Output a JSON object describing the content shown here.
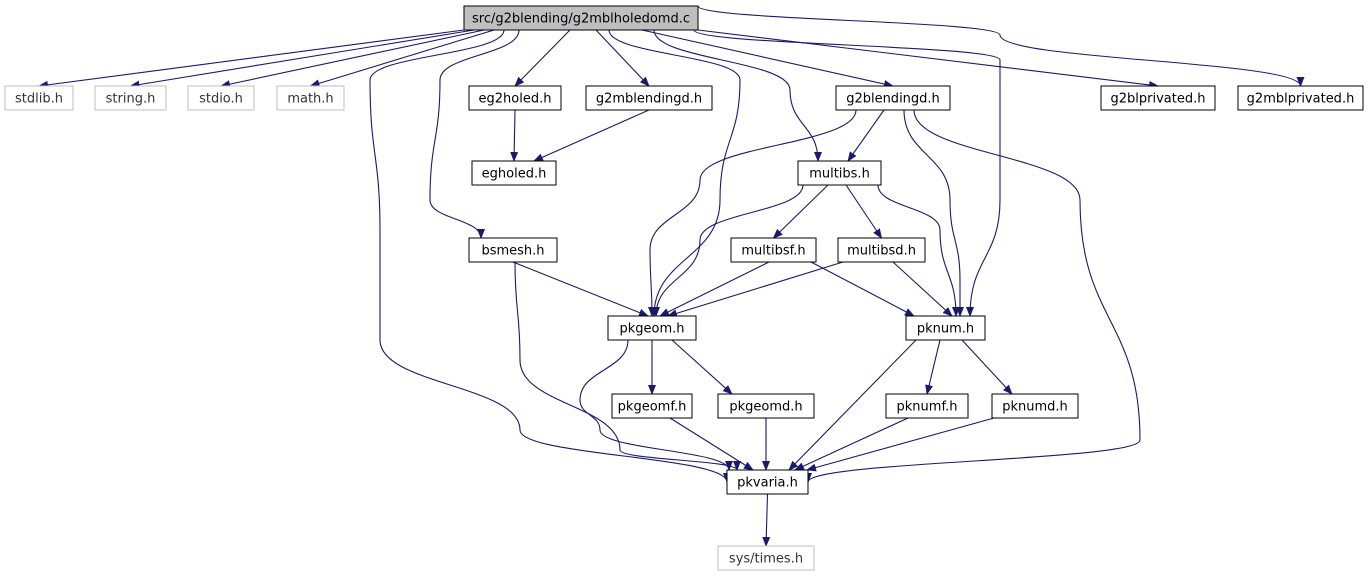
{
  "graph": {
    "root": "src/g2blending/g2mblholedomd.c",
    "colors": {
      "edge": "#191970",
      "root_fill": "#bfbfbf",
      "node_border": "#000000",
      "external_border": "#bfbfbf",
      "external_text": "#333333"
    },
    "nodes": [
      {
        "id": "root",
        "label": "src/g2blending/g2mblholedomd.c",
        "kind": "root"
      },
      {
        "id": "stdlib",
        "label": "stdlib.h",
        "kind": "external"
      },
      {
        "id": "string",
        "label": "string.h",
        "kind": "external"
      },
      {
        "id": "stdio",
        "label": "stdio.h",
        "kind": "external"
      },
      {
        "id": "math",
        "label": "math.h",
        "kind": "external"
      },
      {
        "id": "eg2holed",
        "label": "eg2holed.h",
        "kind": "file"
      },
      {
        "id": "g2mblendingd",
        "label": "g2mblendingd.h",
        "kind": "file"
      },
      {
        "id": "g2blendingd",
        "label": "g2blendingd.h",
        "kind": "file"
      },
      {
        "id": "g2blprivated",
        "label": "g2blprivated.h",
        "kind": "file"
      },
      {
        "id": "g2mblprivated",
        "label": "g2mblprivated.h",
        "kind": "file"
      },
      {
        "id": "egholed",
        "label": "egholed.h",
        "kind": "file"
      },
      {
        "id": "multibs",
        "label": "multibs.h",
        "kind": "file"
      },
      {
        "id": "bsmesh",
        "label": "bsmesh.h",
        "kind": "file"
      },
      {
        "id": "multibsf",
        "label": "multibsf.h",
        "kind": "file"
      },
      {
        "id": "multibsd",
        "label": "multibsd.h",
        "kind": "file"
      },
      {
        "id": "pkgeom",
        "label": "pkgeom.h",
        "kind": "file"
      },
      {
        "id": "pknum",
        "label": "pknum.h",
        "kind": "file"
      },
      {
        "id": "pkgeomf",
        "label": "pkgeomf.h",
        "kind": "file"
      },
      {
        "id": "pkgeomd",
        "label": "pkgeomd.h",
        "kind": "file"
      },
      {
        "id": "pknumf",
        "label": "pknumf.h",
        "kind": "file"
      },
      {
        "id": "pknumd",
        "label": "pknumd.h",
        "kind": "file"
      },
      {
        "id": "pkvaria",
        "label": "pkvaria.h",
        "kind": "file"
      },
      {
        "id": "systimes",
        "label": "sys/times.h",
        "kind": "external"
      }
    ],
    "edges": [
      [
        "root",
        "stdlib"
      ],
      [
        "root",
        "string"
      ],
      [
        "root",
        "stdio"
      ],
      [
        "root",
        "math"
      ],
      [
        "root",
        "eg2holed"
      ],
      [
        "root",
        "g2mblendingd"
      ],
      [
        "root",
        "g2blendingd"
      ],
      [
        "root",
        "g2blprivated"
      ],
      [
        "root",
        "g2mblprivated"
      ],
      [
        "root",
        "multibs"
      ],
      [
        "root",
        "bsmesh"
      ],
      [
        "root",
        "pkgeom"
      ],
      [
        "root",
        "pknum"
      ],
      [
        "root",
        "pkvaria"
      ],
      [
        "eg2holed",
        "egholed"
      ],
      [
        "g2mblendingd",
        "egholed"
      ],
      [
        "g2blendingd",
        "multibs"
      ],
      [
        "g2blendingd",
        "pkgeom"
      ],
      [
        "g2blendingd",
        "pknum"
      ],
      [
        "g2blendingd",
        "pkvaria"
      ],
      [
        "multibs",
        "multibsf"
      ],
      [
        "multibs",
        "multibsd"
      ],
      [
        "multibs",
        "pkgeom"
      ],
      [
        "multibs",
        "pknum"
      ],
      [
        "bsmesh",
        "pkgeom"
      ],
      [
        "bsmesh",
        "pkvaria"
      ],
      [
        "multibsf",
        "pkgeom"
      ],
      [
        "multibsf",
        "pknum"
      ],
      [
        "multibsd",
        "pkgeom"
      ],
      [
        "multibsd",
        "pknum"
      ],
      [
        "pkgeom",
        "pkgeomf"
      ],
      [
        "pkgeom",
        "pkgeomd"
      ],
      [
        "pkgeom",
        "pkvaria"
      ],
      [
        "pknum",
        "pknumf"
      ],
      [
        "pknum",
        "pknumd"
      ],
      [
        "pknum",
        "pkvaria"
      ],
      [
        "pkgeomf",
        "pkvaria"
      ],
      [
        "pkgeomd",
        "pkvaria"
      ],
      [
        "pknumf",
        "pkvaria"
      ],
      [
        "pknumd",
        "pkvaria"
      ],
      [
        "pkvaria",
        "systimes"
      ]
    ]
  }
}
